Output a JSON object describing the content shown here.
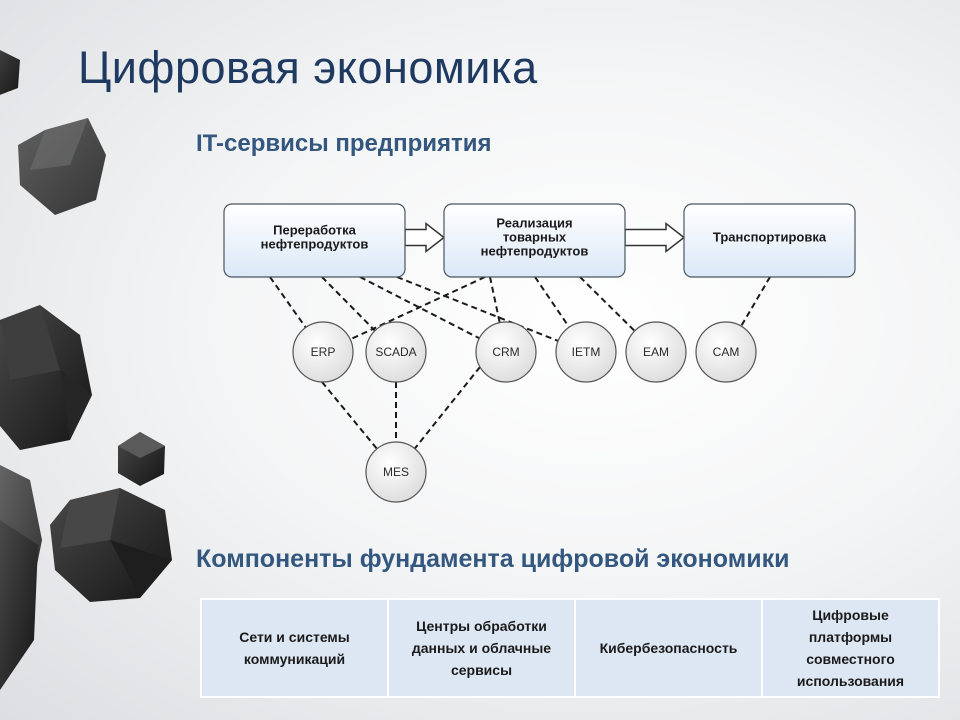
{
  "slide": {
    "title": "Цифровая экономика",
    "subtitle": "IT-сервисы предприятия",
    "section_heading": "Компоненты фундамента цифровой экономики"
  },
  "diagram": {
    "processes": [
      {
        "id": "processing",
        "lines": [
          "Переработка",
          "нефтепродуктов"
        ]
      },
      {
        "id": "sales",
        "lines": [
          "Реализация",
          "товарных",
          "нефтепродуктов"
        ]
      },
      {
        "id": "transport",
        "lines": [
          "Транспортировка"
        ]
      }
    ],
    "services": [
      {
        "id": "erp",
        "label": "ERP"
      },
      {
        "id": "scada",
        "label": "SCADA"
      },
      {
        "id": "crm",
        "label": "CRM"
      },
      {
        "id": "ietm",
        "label": "IETM"
      },
      {
        "id": "eam",
        "label": "EAM"
      },
      {
        "id": "cam",
        "label": "CAM"
      },
      {
        "id": "mes",
        "label": "MES"
      }
    ],
    "flow_arrows": [
      {
        "from": "processing",
        "to": "sales"
      },
      {
        "from": "sales",
        "to": "transport"
      }
    ],
    "links": [
      {
        "process": "processing",
        "service": "erp"
      },
      {
        "process": "processing",
        "service": "scada"
      },
      {
        "process": "processing",
        "service": "crm"
      },
      {
        "process": "processing",
        "service": "ietm"
      },
      {
        "process": "sales",
        "service": "erp"
      },
      {
        "process": "sales",
        "service": "crm"
      },
      {
        "process": "sales",
        "service": "ietm"
      },
      {
        "process": "sales",
        "service": "eam"
      },
      {
        "process": "transport",
        "service": "cam"
      },
      {
        "service_a": "erp",
        "service_b": "mes"
      },
      {
        "service_a": "scada",
        "service_b": "mes"
      },
      {
        "service_a": "crm",
        "service_b": "mes"
      }
    ]
  },
  "components": [
    "Сети и системы коммуникаций",
    "Центры обработки данных и облачные сервисы",
    "Кибербезопасность",
    "Цифровые платформы совместного использования"
  ],
  "colors": {
    "title": "#1f3a60",
    "heading": "#33577f",
    "process_fill_top": "#ffffff",
    "process_fill_bottom": "#dbe8f7",
    "process_stroke": "#4a5560",
    "table_fill": "#dde7f3"
  }
}
